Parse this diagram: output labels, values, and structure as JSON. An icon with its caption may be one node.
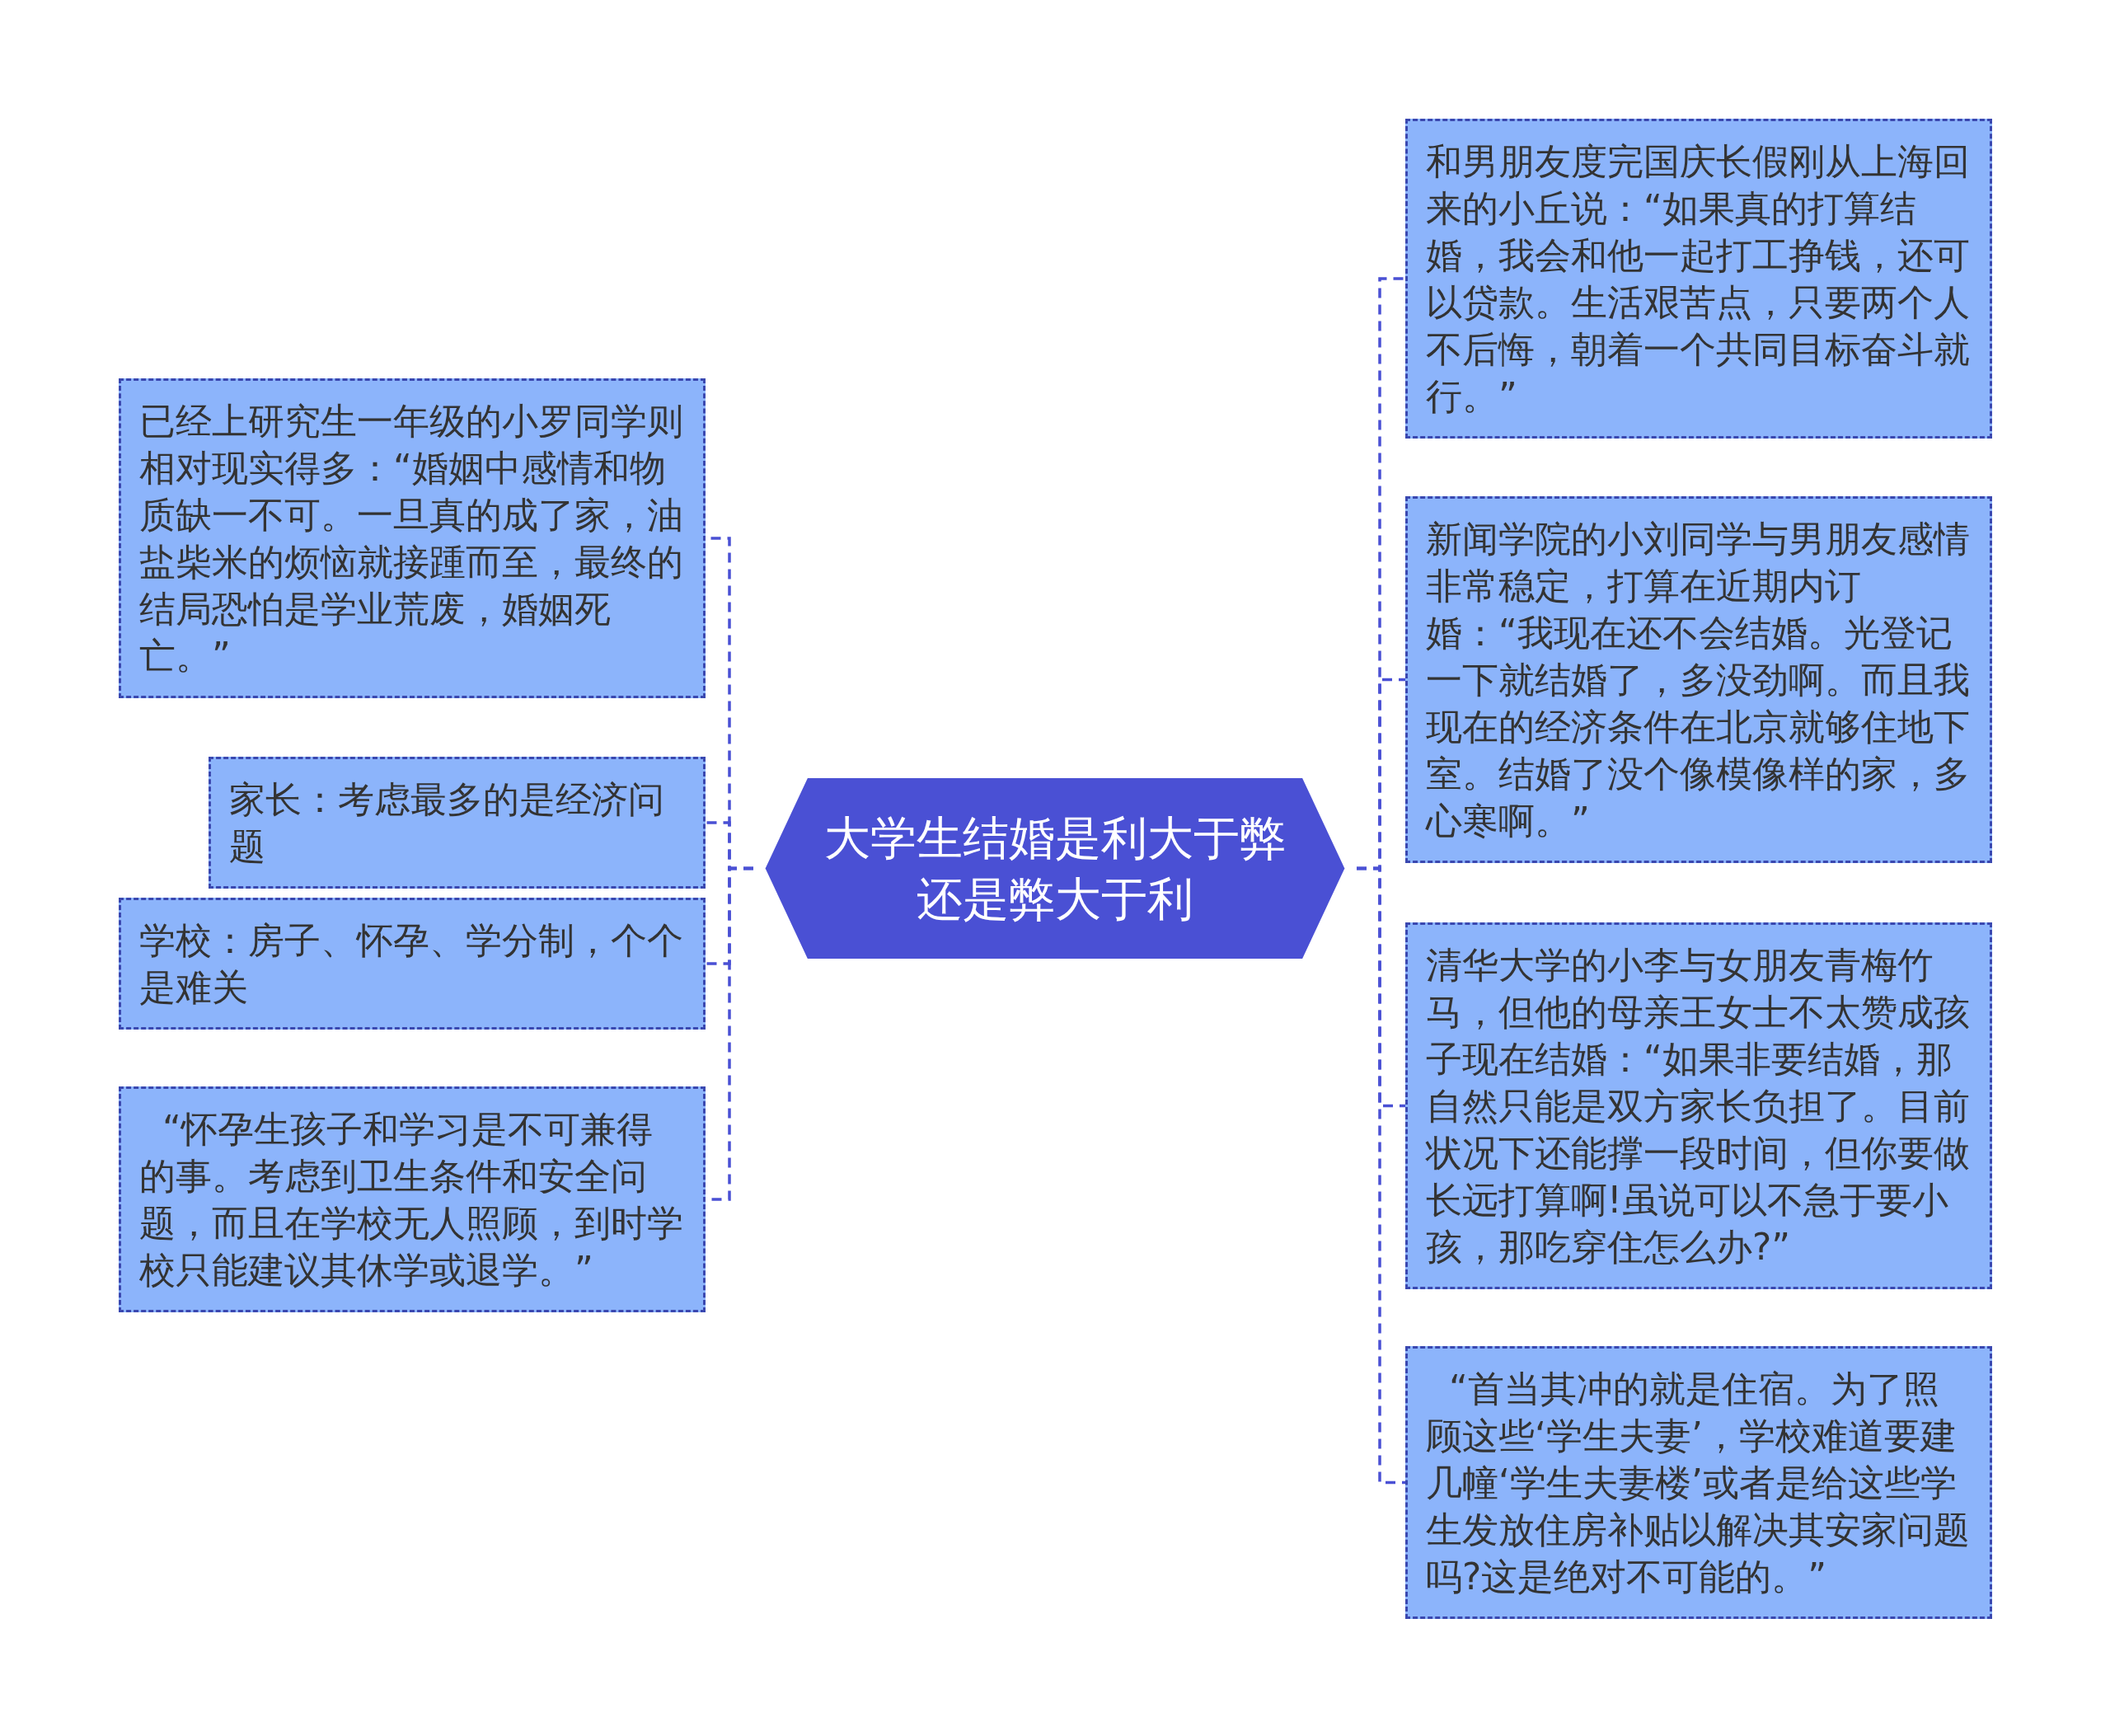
{
  "diagram": {
    "nodes": [
      {
        "text": [
          "大学生结婚是利大于弊还是弊大于利"
        ]
      },
      {
        "text": [
          "已经上研究生一年级的小罗同学则相对现实得多：“婚姻中感情和物质缺一不可。一旦真的成了家，油盐柴米的烦恼就接踵而至，最终的结局恐怕是学业荒废，婚姻死亡。”"
        ]
      },
      {
        "text": [
          "家长：考虑最多的是经济问题"
        ]
      },
      {
        "text": [
          "学校：房子、怀孕、学分制，个个是难关"
        ]
      },
      {
        "text": [
          "  “怀孕生孩子和学习是不可兼得的事。考虑到卫生条件和安全问题，而且在学校无人照顾，到时学校只能建议其休学或退学。”"
        ]
      },
      {
        "text": [
          "和男朋友度完国庆长假刚从上海回来的小丘说：“如果真的打算结婚，我会和他一起打工挣钱，还可以贷款。生活艰苦点，只要两个人不后悔，朝着一个共同目标奋斗就行。”"
        ]
      },
      {
        "text": [
          "新闻学院的小刘同学与男朋友感情非常稳定，打算在近期内订婚：“我现在还不会结婚。光登记一下就结婚了，多没劲啊。而且我现在的经济条件在北京就够住地下室。结婚了没个像模像样的家，多心寒啊。”"
        ]
      },
      {
        "text": [
          "清华大学的小李与女朋友青梅竹马，但他的母亲王女士不太赞成孩子现在结婚：“如果非要结婚，那自然只能是双方家长负担了。目前状况下还能撑一段时间，但你要做长远打算啊!虽说可以不急于要小孩，那吃穿住怎么办?”"
        ]
      },
      {
        "text": [
          "  “首当其冲的就是住宿。为了照顾这些‘学生夫妻’，学校难道要建几幢‘学生夫妻楼’或者是给这些学生发放住房补贴以解决其安家问题吗?这是绝对不可能的。”"
        ]
      }
    ],
    "edges": [
      {
        "from": 0,
        "to": 1,
        "arrow": "none",
        "style": "dashed"
      },
      {
        "from": 0,
        "to": 2,
        "arrow": "none",
        "style": "dashed"
      },
      {
        "from": 0,
        "to": 3,
        "arrow": "none",
        "style": "dashed"
      },
      {
        "from": 0,
        "to": 4,
        "arrow": "none",
        "style": "dashed"
      },
      {
        "from": 0,
        "to": 5,
        "arrow": "none",
        "style": "dashed"
      },
      {
        "from": 0,
        "to": 6,
        "arrow": "none",
        "style": "dashed"
      },
      {
        "from": 0,
        "to": 7,
        "arrow": "none",
        "style": "dashed"
      },
      {
        "from": 0,
        "to": 8,
        "arrow": "none",
        "style": "dashed"
      }
    ]
  }
}
